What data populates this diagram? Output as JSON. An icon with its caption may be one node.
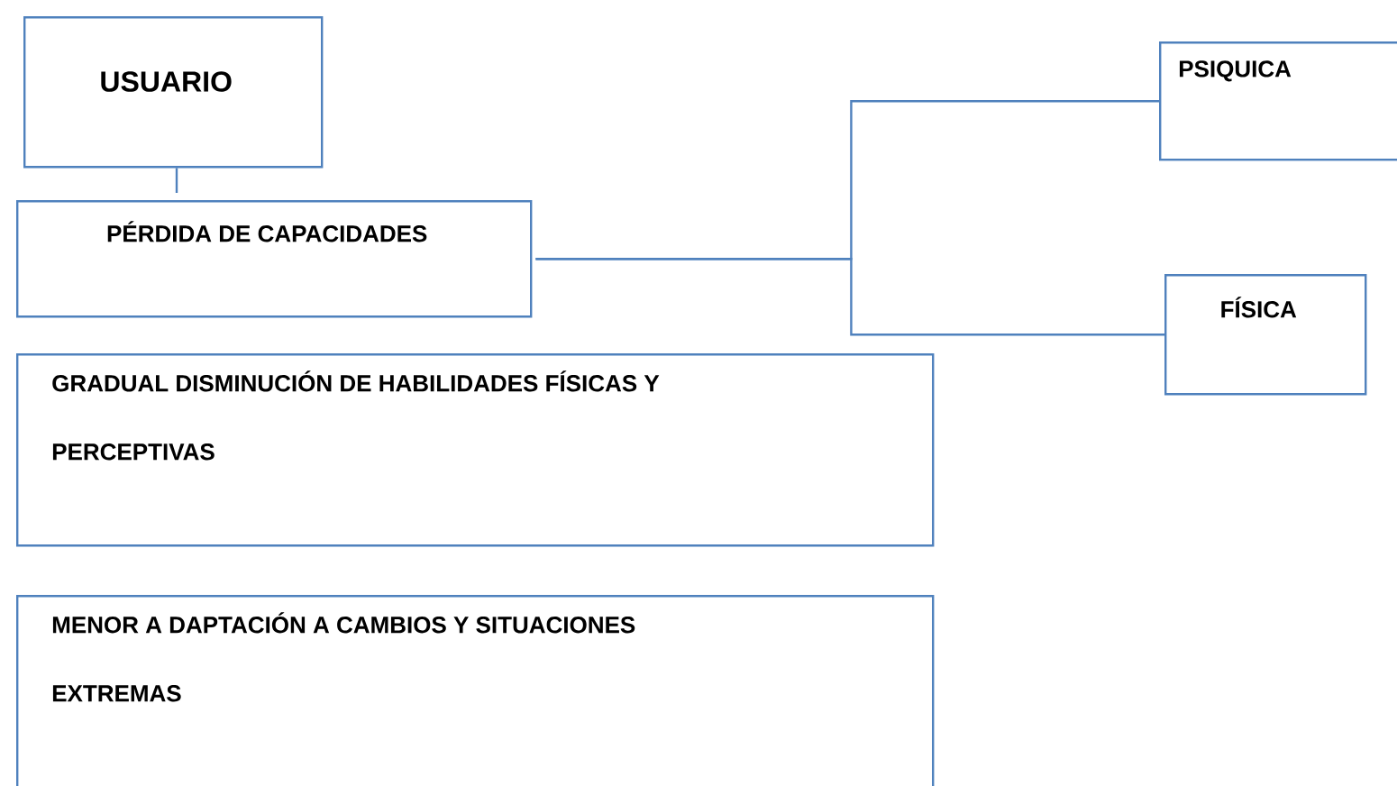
{
  "diagram": {
    "nodes": [
      {
        "text": [
          "USUARIO"
        ]
      },
      {
        "text": [
          "PÉRDIDA DE CAPACIDADES"
        ]
      },
      {
        "text": [
          "PSIQUICA"
        ]
      },
      {
        "text": [
          "FÍSICA"
        ]
      },
      {
        "text": [
          "GRADUAL DISMINUCIÓN DE HABILIDADES FÍSICAS  Y PERCEPTIVAS"
        ]
      },
      {
        "text": [
          "MENOR A DAPTACIÓN A CAMBIOS Y SITUACIONES EXTREMAS"
        ]
      }
    ],
    "edges": [
      {
        "from": 0,
        "to": 1,
        "arrow": "none"
      },
      {
        "from": 1,
        "to": 2,
        "arrow": "none"
      },
      {
        "from": 1,
        "to": 3,
        "arrow": "none"
      }
    ]
  }
}
